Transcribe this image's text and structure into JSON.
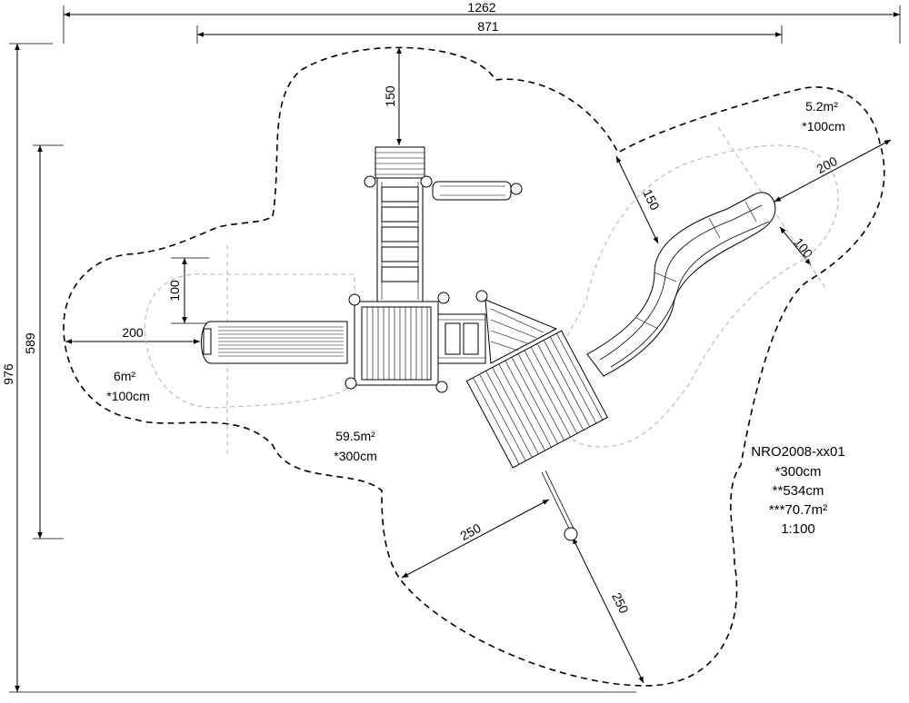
{
  "dimensions": {
    "total_width": "1262",
    "inner_width": "871",
    "total_height": "976",
    "inner_height": "589",
    "top_clearance": "150",
    "left_clearance": "200",
    "left_offset": "100",
    "slide_clearance_side": "150",
    "slide_clearance_end": "200",
    "slide_offset": "100",
    "bottom_clearance_left": "250",
    "bottom_clearance_right": "250"
  },
  "areas": {
    "left_zone_area": "6m²",
    "left_zone_height": "*100cm",
    "main_area": "59.5m²",
    "main_height": "*300cm",
    "slide_zone_area": "5.2m²",
    "slide_zone_height": "*100cm"
  },
  "legend": {
    "model": "NRO2008-xx01",
    "line1": "*300cm",
    "line2": "**534cm",
    "line3": "***70.7m²",
    "scale": "1:100"
  }
}
